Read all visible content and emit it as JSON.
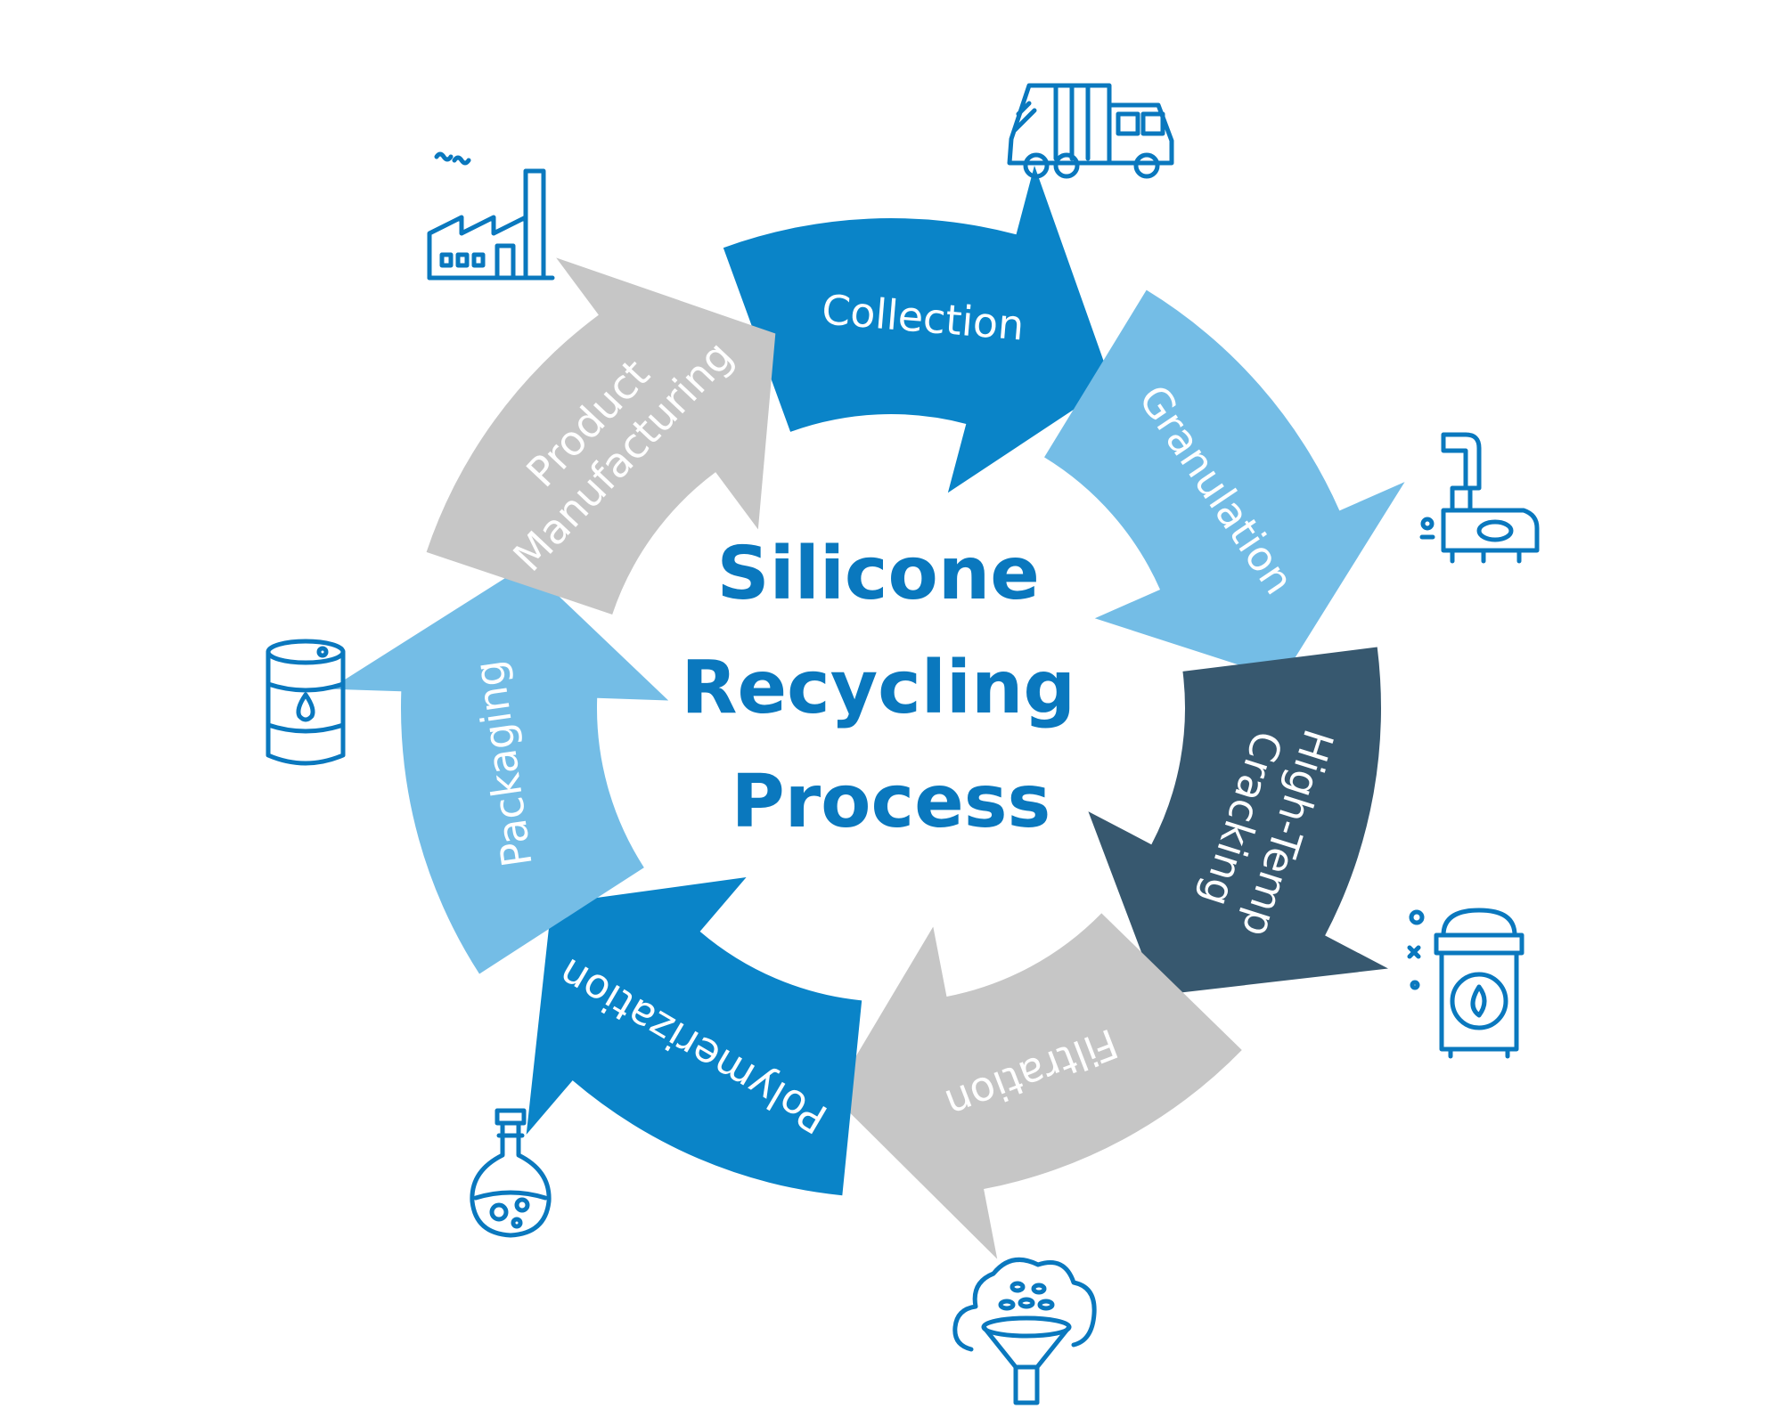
{
  "title_lines": [
    "Silicone",
    "Recycling",
    "Process"
  ],
  "steps": [
    {
      "label_lines": [
        "Collection"
      ],
      "color": "#0a84c8",
      "icon": "garbage-truck-icon"
    },
    {
      "label_lines": [
        "Granulation"
      ],
      "color": "#74bde6",
      "icon": "granulator-machine-icon"
    },
    {
      "label_lines": [
        "High-Temp",
        "Cracking"
      ],
      "color": "#37586f",
      "icon": "furnace-icon"
    },
    {
      "label_lines": [
        "Filtration"
      ],
      "color": "#c6c6c6",
      "icon": "filter-funnel-icon"
    },
    {
      "label_lines": [
        "Polymerization"
      ],
      "color": "#0a84c8",
      "icon": "flask-icon"
    },
    {
      "label_lines": [
        "Packaging"
      ],
      "color": "#74bde6",
      "icon": "oil-barrel-icon"
    },
    {
      "label_lines": [
        "Product",
        "Manufacturing"
      ],
      "color": "#c6c6c6",
      "icon": "factory-icon"
    }
  ],
  "colors": {
    "icon_stroke": "#0a78be",
    "title": "#0a78be",
    "label": "#ffffff",
    "background": "#ffffff"
  }
}
